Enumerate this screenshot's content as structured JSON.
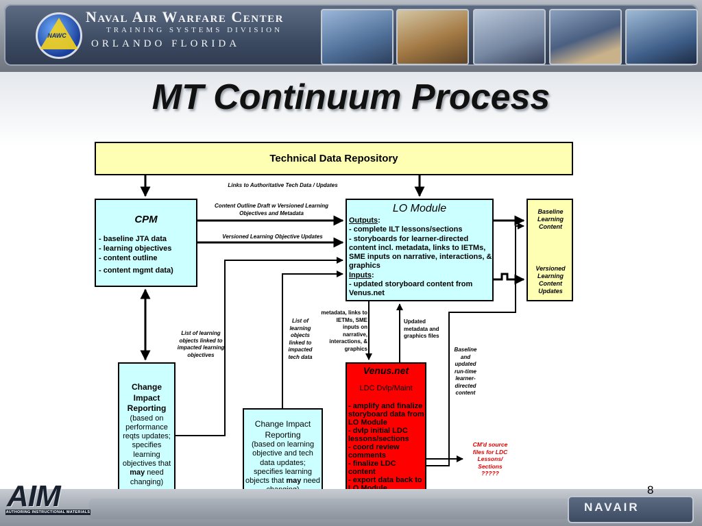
{
  "header": {
    "org_name": "Naval Air Warfare Center",
    "division": "TRAINING SYSTEMS DIVISION",
    "location": "ORLANDO FLORIDA",
    "logo_text": "NAWC"
  },
  "slide": {
    "title": "MT Continuum Process",
    "page_number": "8"
  },
  "boxes": {
    "tdr": "Technical Data Repository",
    "cpm": {
      "head": "CPM",
      "items": [
        "-  baseline JTA data",
        "-  learning objectives",
        "-  content outline",
        "-  content mgmt data)"
      ]
    },
    "lo": {
      "head": "LO Module",
      "outputs_label": "Outputs",
      "outputs_items": [
        "-  complete ILT lessons/sections",
        "-  storyboards for learner-directed content incl. metadata, links to IETMs, SME inputs on narrative, interactions, & graphics"
      ],
      "inputs_label": "Inputs",
      "inputs_items": [
        "-  updated storyboard  content from Venus.net"
      ]
    },
    "baseline": {
      "t1": "Baseline Learning Content",
      "t2": "Versioned Learning Content Updates"
    },
    "venus": {
      "head": "Venus.net",
      "sub": "LDC Dvlp/Maint",
      "items": [
        "-  amplify and finalize storyboard data from LO Module",
        "-  dvlp initial LDC lessons/sections",
        "-  coord review comments",
        "-  finalize LDC content",
        "-  export data back to LO Module"
      ]
    },
    "cir1": {
      "head": "Change Impact Reporting",
      "pre": "(based on performance reqts updates; specifies learning objectives that ",
      "bold": "may",
      "post": " need changing)"
    },
    "cir2": {
      "head": "Change Impact Reporting",
      "pre": "(based on learning objective and tech data updates; specifies learning objects that ",
      "bold": "may",
      "post": " need changing)"
    }
  },
  "labels": {
    "links_auth": "Links to Authoritative Tech Data / Updates",
    "content_outline": "Content Outline Draft w Versioned Learning Objectives and Metadata",
    "versioned_lo": "Versioned Learning Objective Updates",
    "list_lo": "List of learning objects linked to impacted learning objectives",
    "list_of": "List of learning objects linked to impacted tech data",
    "metadata": "metadata, links to IETMs, SME inputs on narrative, interactions, & graphics",
    "updated_meta": "Updated metadata and graphics files",
    "baseline_runtime": "Baseline and updated run-time learner-directed content",
    "cmd_source": "CM'd source files for LDC Lessons/ Sections ?????"
  },
  "footer": {
    "aim_logo": "AIM",
    "aim_sub": "AUTHORING INSTRUCTIONAL MATERIALS",
    "navair_logo": "NAVAIR"
  },
  "colors": {
    "yellow_box": "#ffffb4",
    "cyan_box": "#ccffff",
    "venus_box": "#ff0000",
    "cmd_text": "#e00000"
  }
}
